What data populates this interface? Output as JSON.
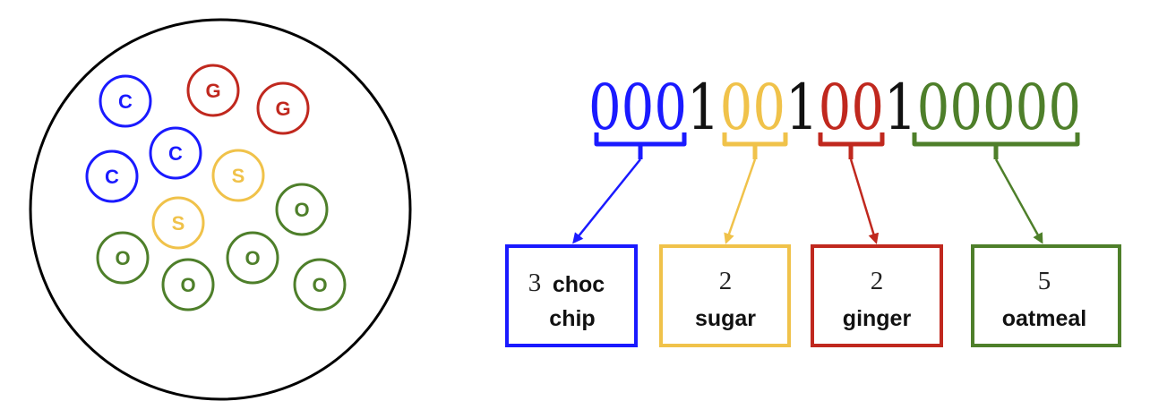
{
  "colors": {
    "choc": "#1a1aff",
    "sugar": "#f0c24a",
    "ginger": "#c0281e",
    "oatmeal": "#4e7f2a",
    "separator": "#111111",
    "jar": "#000000"
  },
  "jar": {
    "cookies": [
      {
        "letter": "C",
        "kind": "choc"
      },
      {
        "letter": "C",
        "kind": "choc"
      },
      {
        "letter": "C",
        "kind": "choc"
      },
      {
        "letter": "G",
        "kind": "ginger"
      },
      {
        "letter": "G",
        "kind": "ginger"
      },
      {
        "letter": "S",
        "kind": "sugar"
      },
      {
        "letter": "S",
        "kind": "sugar"
      },
      {
        "letter": "O",
        "kind": "oatmeal"
      },
      {
        "letter": "O",
        "kind": "oatmeal"
      },
      {
        "letter": "O",
        "kind": "oatmeal"
      },
      {
        "letter": "O",
        "kind": "oatmeal"
      },
      {
        "letter": "O",
        "kind": "oatmeal"
      }
    ]
  },
  "encoding": {
    "segments": [
      {
        "text": "000",
        "kind": "choc"
      },
      {
        "text": "1",
        "kind": "separator"
      },
      {
        "text": "00",
        "kind": "sugar"
      },
      {
        "text": "1",
        "kind": "separator"
      },
      {
        "text": "00",
        "kind": "ginger"
      },
      {
        "text": "1",
        "kind": "separator"
      },
      {
        "text": "00000",
        "kind": "oatmeal"
      }
    ]
  },
  "boxes": [
    {
      "kind": "choc",
      "count": "3",
      "line1": "choc",
      "line2": "chip"
    },
    {
      "kind": "sugar",
      "count": "2",
      "line1": "",
      "line2": "sugar"
    },
    {
      "kind": "ginger",
      "count": "2",
      "line1": "",
      "line2": "ginger"
    },
    {
      "kind": "oatmeal",
      "count": "5",
      "line1": "",
      "line2": "oatmeal"
    }
  ]
}
